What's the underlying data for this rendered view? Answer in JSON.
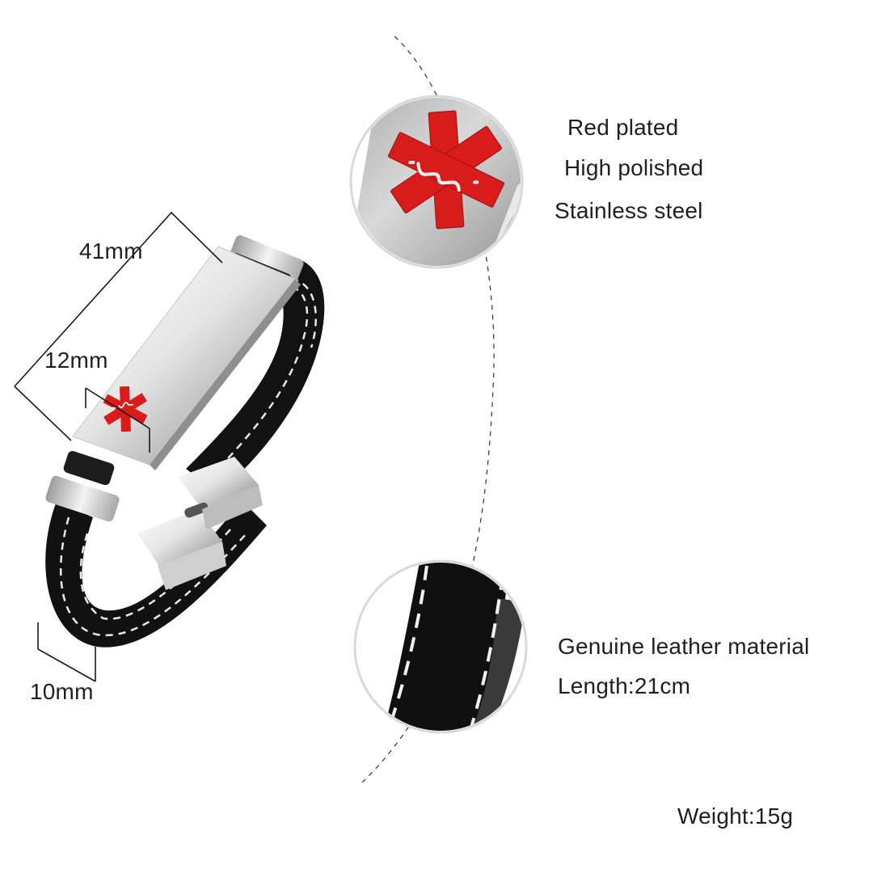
{
  "dimensions": {
    "plate_length": "41mm",
    "plate_width": "12mm",
    "band_width": "10mm"
  },
  "features": {
    "plate": [
      "Red plated",
      "High polished",
      "Stainless steel"
    ],
    "band": [
      "Genuine leather material",
      "Length:21cm"
    ]
  },
  "specs": {
    "weight": "Weight:15g"
  },
  "colors": {
    "background": "#ffffff",
    "emblem_red": "#d81c1c",
    "leather": "#111111",
    "stitch": "#e8e8e8",
    "steel_light": "#f2f2f2",
    "steel_dark": "#9a9a9a",
    "text": "#1f1f1f"
  },
  "icons": {
    "medical_emblem": "star-of-life-icon"
  }
}
